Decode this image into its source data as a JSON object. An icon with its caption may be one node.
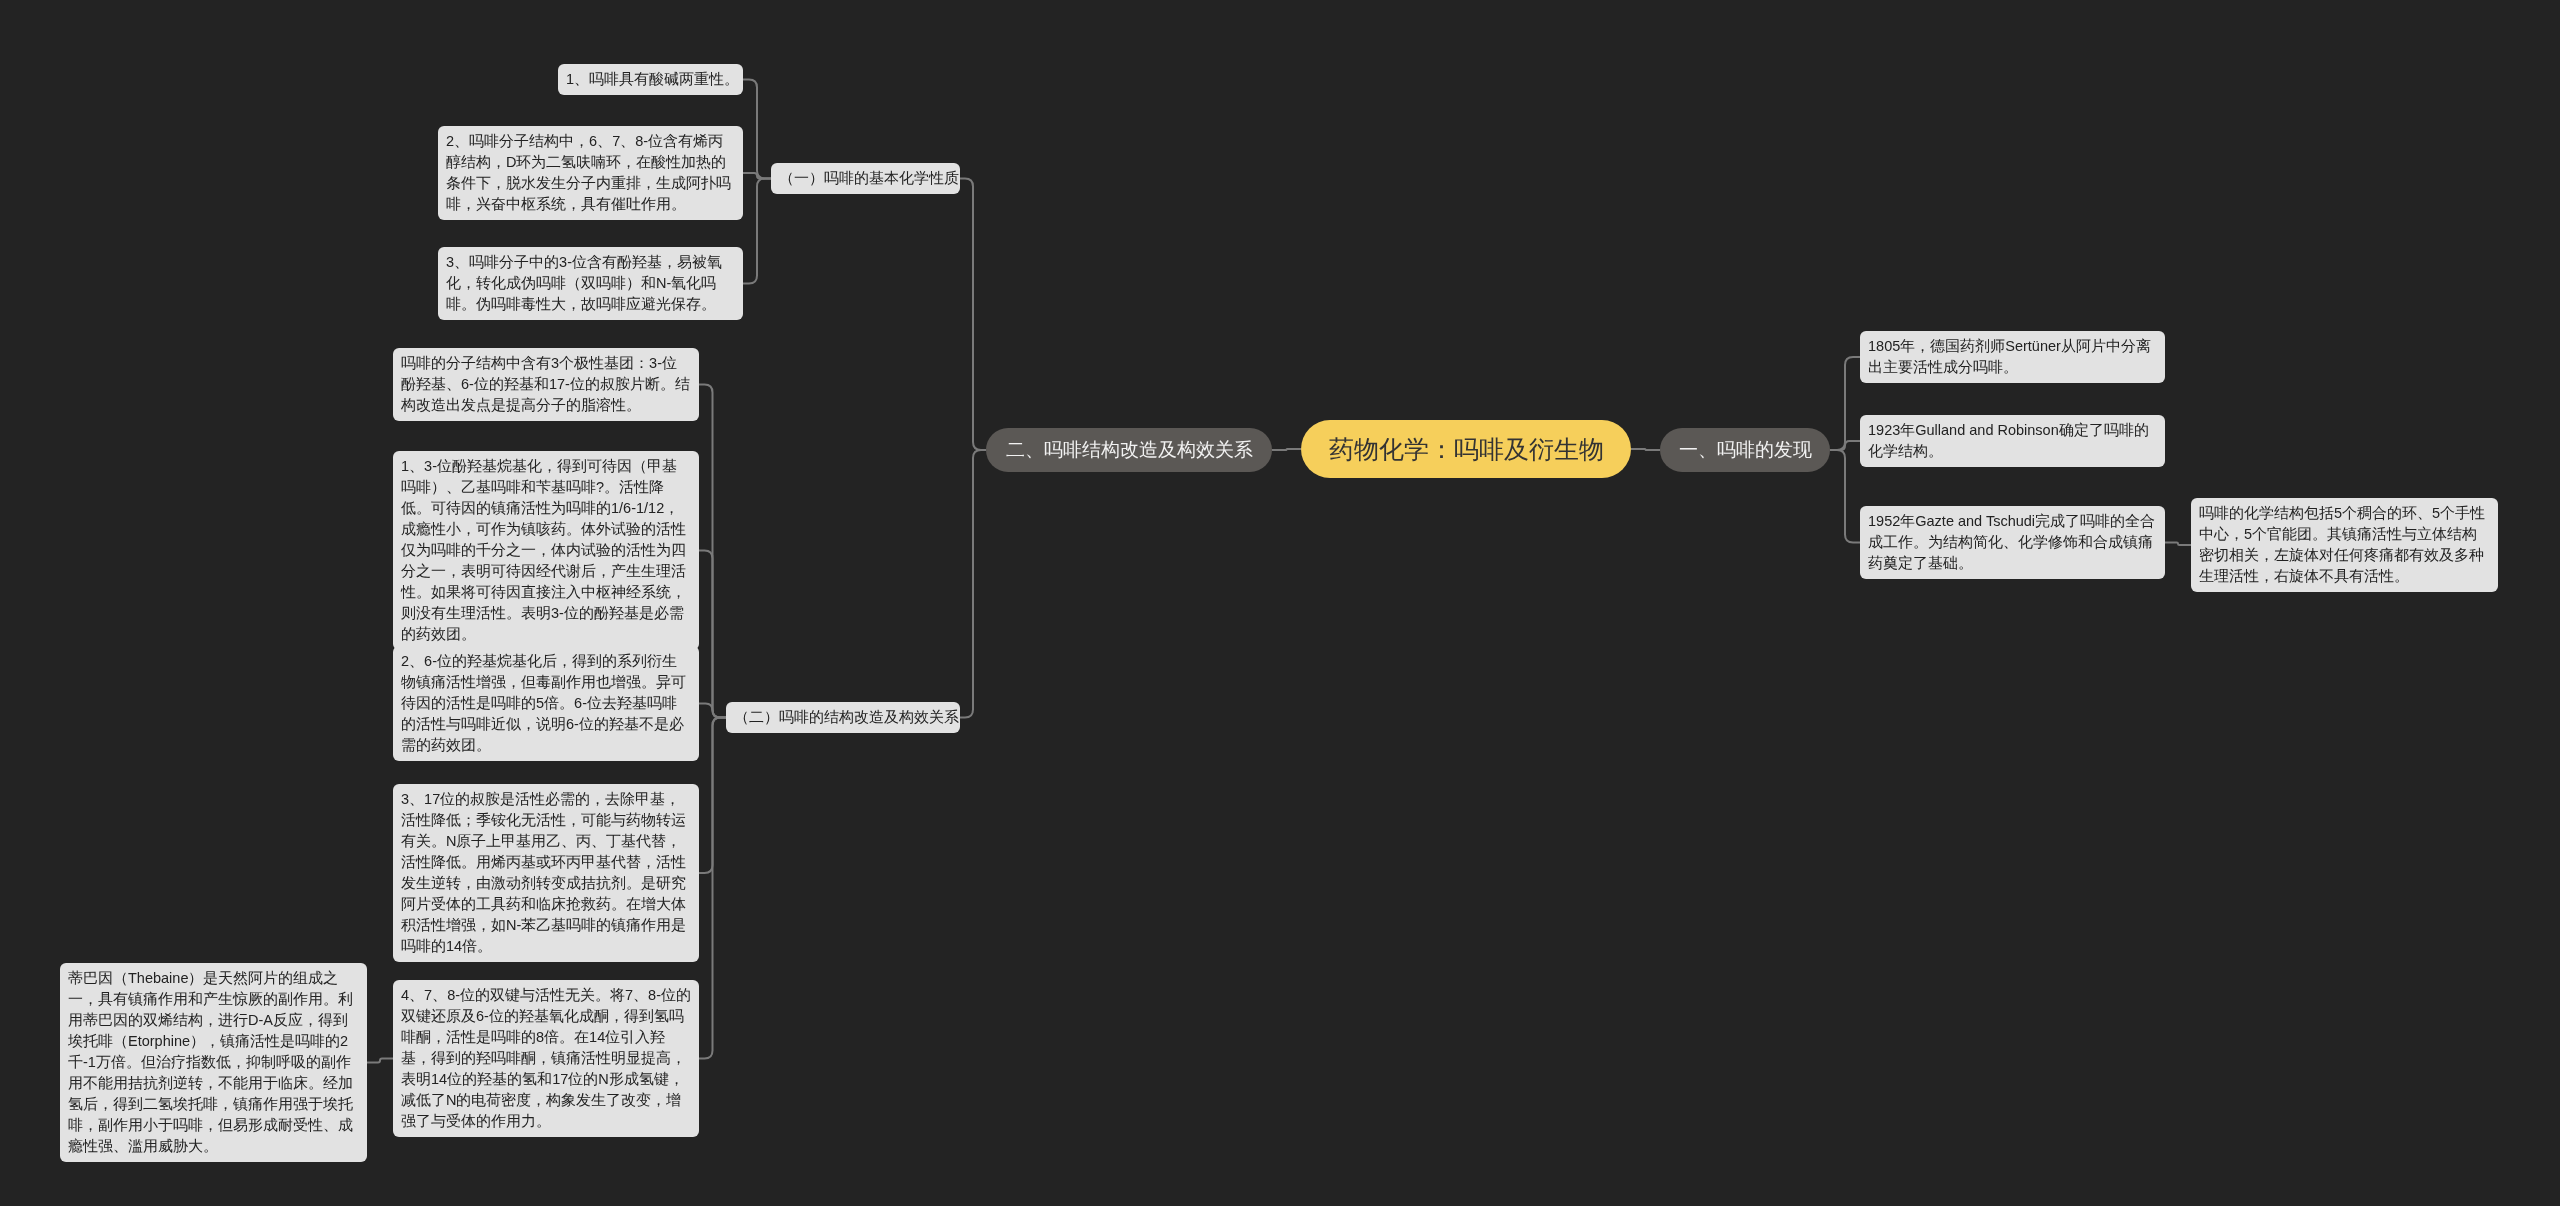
{
  "diagram": {
    "nodes": [
      {
        "text": [
          "药物化学：吗啡及衍生物"
        ]
      },
      {
        "text": [
          "一、吗啡的发现"
        ]
      },
      {
        "text": [
          "1805年，德国药剂师Sertüner从阿片中分离出主要活性成分吗啡。"
        ]
      },
      {
        "text": [
          "1923年Gulland and Robinson确定了吗啡的化学结构。"
        ]
      },
      {
        "text": [
          "1952年Gazte and Tschudi完成了吗啡的全合成工作。为结构简化、化学修饰和合成镇痛药奠定了基础。"
        ]
      },
      {
        "text": [
          "吗啡的化学结构包括5个稠合的环、5个手性中心，5个官能团。其镇痛活性与立体结构密切相关，左旋体对任何疼痛都有效及多种生理活性，右旋体不具有活性。"
        ]
      },
      {
        "text": [
          "二、吗啡结构改造及构效关系"
        ]
      },
      {
        "text": [
          "（一）吗啡的基本化学性质"
        ]
      },
      {
        "text": [
          "1、吗啡具有酸碱两重性。"
        ]
      },
      {
        "text": [
          "2、吗啡分子结构中，6、7、8-位含有烯丙醇结构，D环为二氢呋喃环，在酸性加热的条件下，脱水发生分子内重排，生成阿扑吗啡，兴奋中枢系统，具有催吐作用。"
        ]
      },
      {
        "text": [
          "3、吗啡分子中的3-位含有酚羟基，易被氧化，转化成伪吗啡（双吗啡）和N-氧化吗啡。伪吗啡毒性大，故吗啡应避光保存。"
        ]
      },
      {
        "text": [
          "（二）吗啡的结构改造及构效关系"
        ]
      },
      {
        "text": [
          "吗啡的分子结构中含有3个极性基团：3-位酚羟基、6-位的羟基和17-位的叔胺片断。结构改造出发点是提高分子的脂溶性。"
        ]
      },
      {
        "text": [
          "1、3-位酚羟基烷基化，得到可待因（甲基吗啡）、乙基吗啡和苄基吗啡?。活性降低。可待因的镇痛活性为吗啡的1/6-1/12，成瘾性小，可作为镇咳药。体外试验的活性仅为吗啡的千分之一，体内试验的活性为四分之一，表明可待因经代谢后，产生生理活性。如果将可待因直接注入中枢神经系统，则没有生理活性。表明3-位的酚羟基是必需的药效团。"
        ]
      },
      {
        "text": [
          "2、6-位的羟基烷基化后，得到的系列衍生物镇痛活性增强，但毒副作用也增强。异可待因的活性是吗啡的5倍。6-位去羟基吗啡的活性与吗啡近似，说明6-位的羟基不是必需的药效团。"
        ]
      },
      {
        "text": [
          "3、17位的叔胺是活性必需的，去除甲基，活性降低；季铵化无活性，可能与药物转运有关。N原子上甲基用乙、丙、丁基代替，活性降低。用烯丙基或环丙甲基代替，活性发生逆转，由激动剂转变成拮抗剂。是研究阿片受体的工具药和临床抢救药。在增大体积活性增强，如N-苯乙基吗啡的镇痛作用是吗啡的14倍。"
        ]
      },
      {
        "text": [
          "4、7、8-位的双键与活性无关。将7、8-位的双键还原及6-位的羟基氧化成酮，得到氢吗啡酮，活性是吗啡的8倍。在14位引入羟基，得到的羟吗啡酮，镇痛活性明显提高，表明14位的羟基的氢和17位的N形成氢键，减低了N的电荷密度，构象发生了改变，增强了与受体的作用力。"
        ]
      },
      {
        "text": [
          "蒂巴因（Thebaine）是天然阿片的组成之一，具有镇痛作用和产生惊厥的副作用。利用蒂巴因的双烯结构，进行D-A反应，得到埃托啡（Etorphine），镇痛活性是吗啡的2千-1万倍。但治疗指数低，抑制呼吸的副作用不能用拮抗剂逆转，不能用于临床。经加氢后，得到二氢埃托啡，镇痛作用强于埃托啡，副作用小于吗啡，但易形成耐受性、成瘾性强、滥用威胁大。"
        ]
      }
    ],
    "edges": [
      {
        "from": 0,
        "to": 1,
        "arrow": "none"
      },
      {
        "from": 1,
        "to": 2,
        "arrow": "none"
      },
      {
        "from": 1,
        "to": 3,
        "arrow": "none"
      },
      {
        "from": 1,
        "to": 4,
        "arrow": "none"
      },
      {
        "from": 4,
        "to": 5,
        "arrow": "none"
      },
      {
        "from": 0,
        "to": 6,
        "arrow": "none"
      },
      {
        "from": 6,
        "to": 7,
        "arrow": "none"
      },
      {
        "from": 7,
        "to": 8,
        "arrow": "none"
      },
      {
        "from": 7,
        "to": 9,
        "arrow": "none"
      },
      {
        "from": 7,
        "to": 10,
        "arrow": "none"
      },
      {
        "from": 6,
        "to": 11,
        "arrow": "none"
      },
      {
        "from": 11,
        "to": 12,
        "arrow": "none"
      },
      {
        "from": 11,
        "to": 13,
        "arrow": "none"
      },
      {
        "from": 11,
        "to": 14,
        "arrow": "none"
      },
      {
        "from": 11,
        "to": 15,
        "arrow": "none"
      },
      {
        "from": 11,
        "to": 16,
        "arrow": "none"
      },
      {
        "from": 16,
        "to": 17,
        "arrow": "none"
      }
    ]
  }
}
